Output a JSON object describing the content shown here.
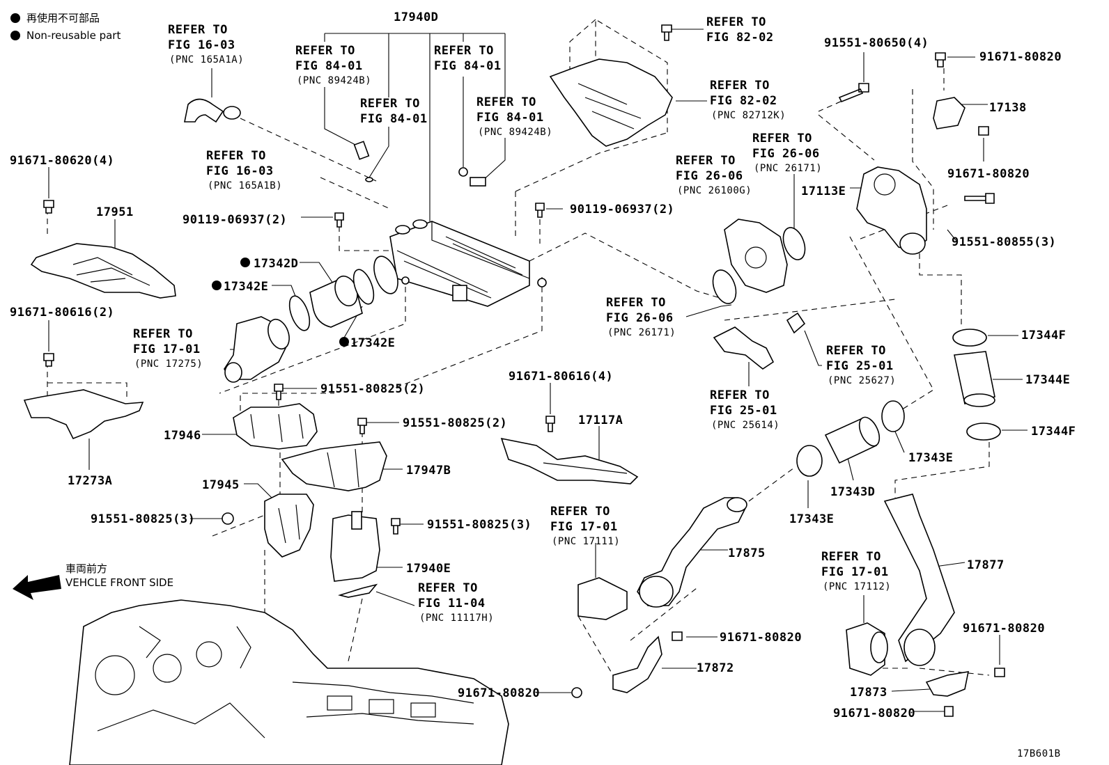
{
  "legend": {
    "jp_label": "再使用不可部品",
    "en_label": "Non-reusable part"
  },
  "direction": {
    "jp_label": "車両前方",
    "en_label": "VEHCLE FRONT SIDE"
  },
  "figure_code": "17B601B",
  "parts": {
    "p17940D": "17940D",
    "p17951": "17951",
    "p91671_80620": "91671-80620(4)",
    "p91671_80616_2": "91671-80616(2)",
    "p90119_left": "90119-06937(2)",
    "p90119_right": "90119-06937(2)",
    "p17342D": "17342D",
    "p17342E_a": "17342E",
    "p17342E_b": "17342E",
    "p17273A": "17273A",
    "p91551_80825_2a": "91551-80825(2)",
    "p91551_80825_2b": "91551-80825(2)",
    "p17946": "17946",
    "p17947B": "17947B",
    "p17945": "17945",
    "p91551_80825_3a": "91551-80825(3)",
    "p91551_80825_3b": "91551-80825(3)",
    "p17940E": "17940E",
    "p91671_80616_4": "91671-80616(4)",
    "p17117A": "17117A",
    "p91551_80650": "91551-80650(4)",
    "p91671_80820_a": "91671-80820",
    "p17138": "17138",
    "p91671_80820_b": "91671-80820",
    "p17113E": "17113E",
    "p91551_80855": "91551-80855(3)",
    "p17344F_a": "17344F",
    "p17344E": "17344E",
    "p17344F_b": "17344F",
    "p17343E_a": "17343E",
    "p17343D": "17343D",
    "p17343E_b": "17343E",
    "p17875": "17875",
    "p17877": "17877",
    "p91671_80820_c": "91671-80820",
    "p17872": "17872",
    "p91671_80820_d": "91671-80820",
    "p91671_80820_e": "91671-80820",
    "p17873": "17873",
    "p91671_80820_f": "91671-80820"
  },
  "refs": {
    "r1": {
      "line1": "REFER TO",
      "line2": "FIG 16-03",
      "pnc": "(PNC 165A1A)"
    },
    "r2": {
      "line1": "REFER TO",
      "line2": "FIG 16-03",
      "pnc": "(PNC 165A1B)"
    },
    "r3": {
      "line1": "REFER TO",
      "line2": "FIG 84-01",
      "pnc": "(PNC 89424B)"
    },
    "r4": {
      "line1": "REFER TO",
      "line2": "FIG 84-01"
    },
    "r5": {
      "line1": "REFER TO",
      "line2": "FIG 84-01"
    },
    "r6": {
      "line1": "REFER TO",
      "line2": "FIG 84-01",
      "pnc": "(PNC 89424B)"
    },
    "r7": {
      "line1": "REFER TO",
      "line2": "FIG 82-02"
    },
    "r8": {
      "line1": "REFER TO",
      "line2": "FIG 82-02",
      "pnc": "(PNC 82712K)"
    },
    "r9": {
      "line1": "REFER TO",
      "line2": "FIG 26-06",
      "pnc": "(PNC 26100G)"
    },
    "r10": {
      "line1": "REFER TO",
      "line2": "FIG 26-06",
      "pnc": "(PNC 26171)"
    },
    "r11": {
      "line1": "REFER TO",
      "line2": "FIG 26-06",
      "pnc": "(PNC 26171)"
    },
    "r12": {
      "line1": "REFER TO",
      "line2": "FIG 17-01",
      "pnc": "(PNC 17275)"
    },
    "r13": {
      "line1": "REFER TO",
      "line2": "FIG 25-01",
      "pnc": "(PNC 25627)"
    },
    "r14": {
      "line1": "REFER TO",
      "line2": "FIG 25-01",
      "pnc": "(PNC 25614)"
    },
    "r15": {
      "line1": "REFER TO",
      "line2": "FIG 11-04",
      "pnc": "(PNC 11117H)"
    },
    "r16": {
      "line1": "REFER TO",
      "line2": "FIG 17-01",
      "pnc": "(PNC 17111)"
    },
    "r17": {
      "line1": "REFER TO",
      "line2": "FIG 17-01",
      "pnc": "(PNC 17112)"
    }
  }
}
